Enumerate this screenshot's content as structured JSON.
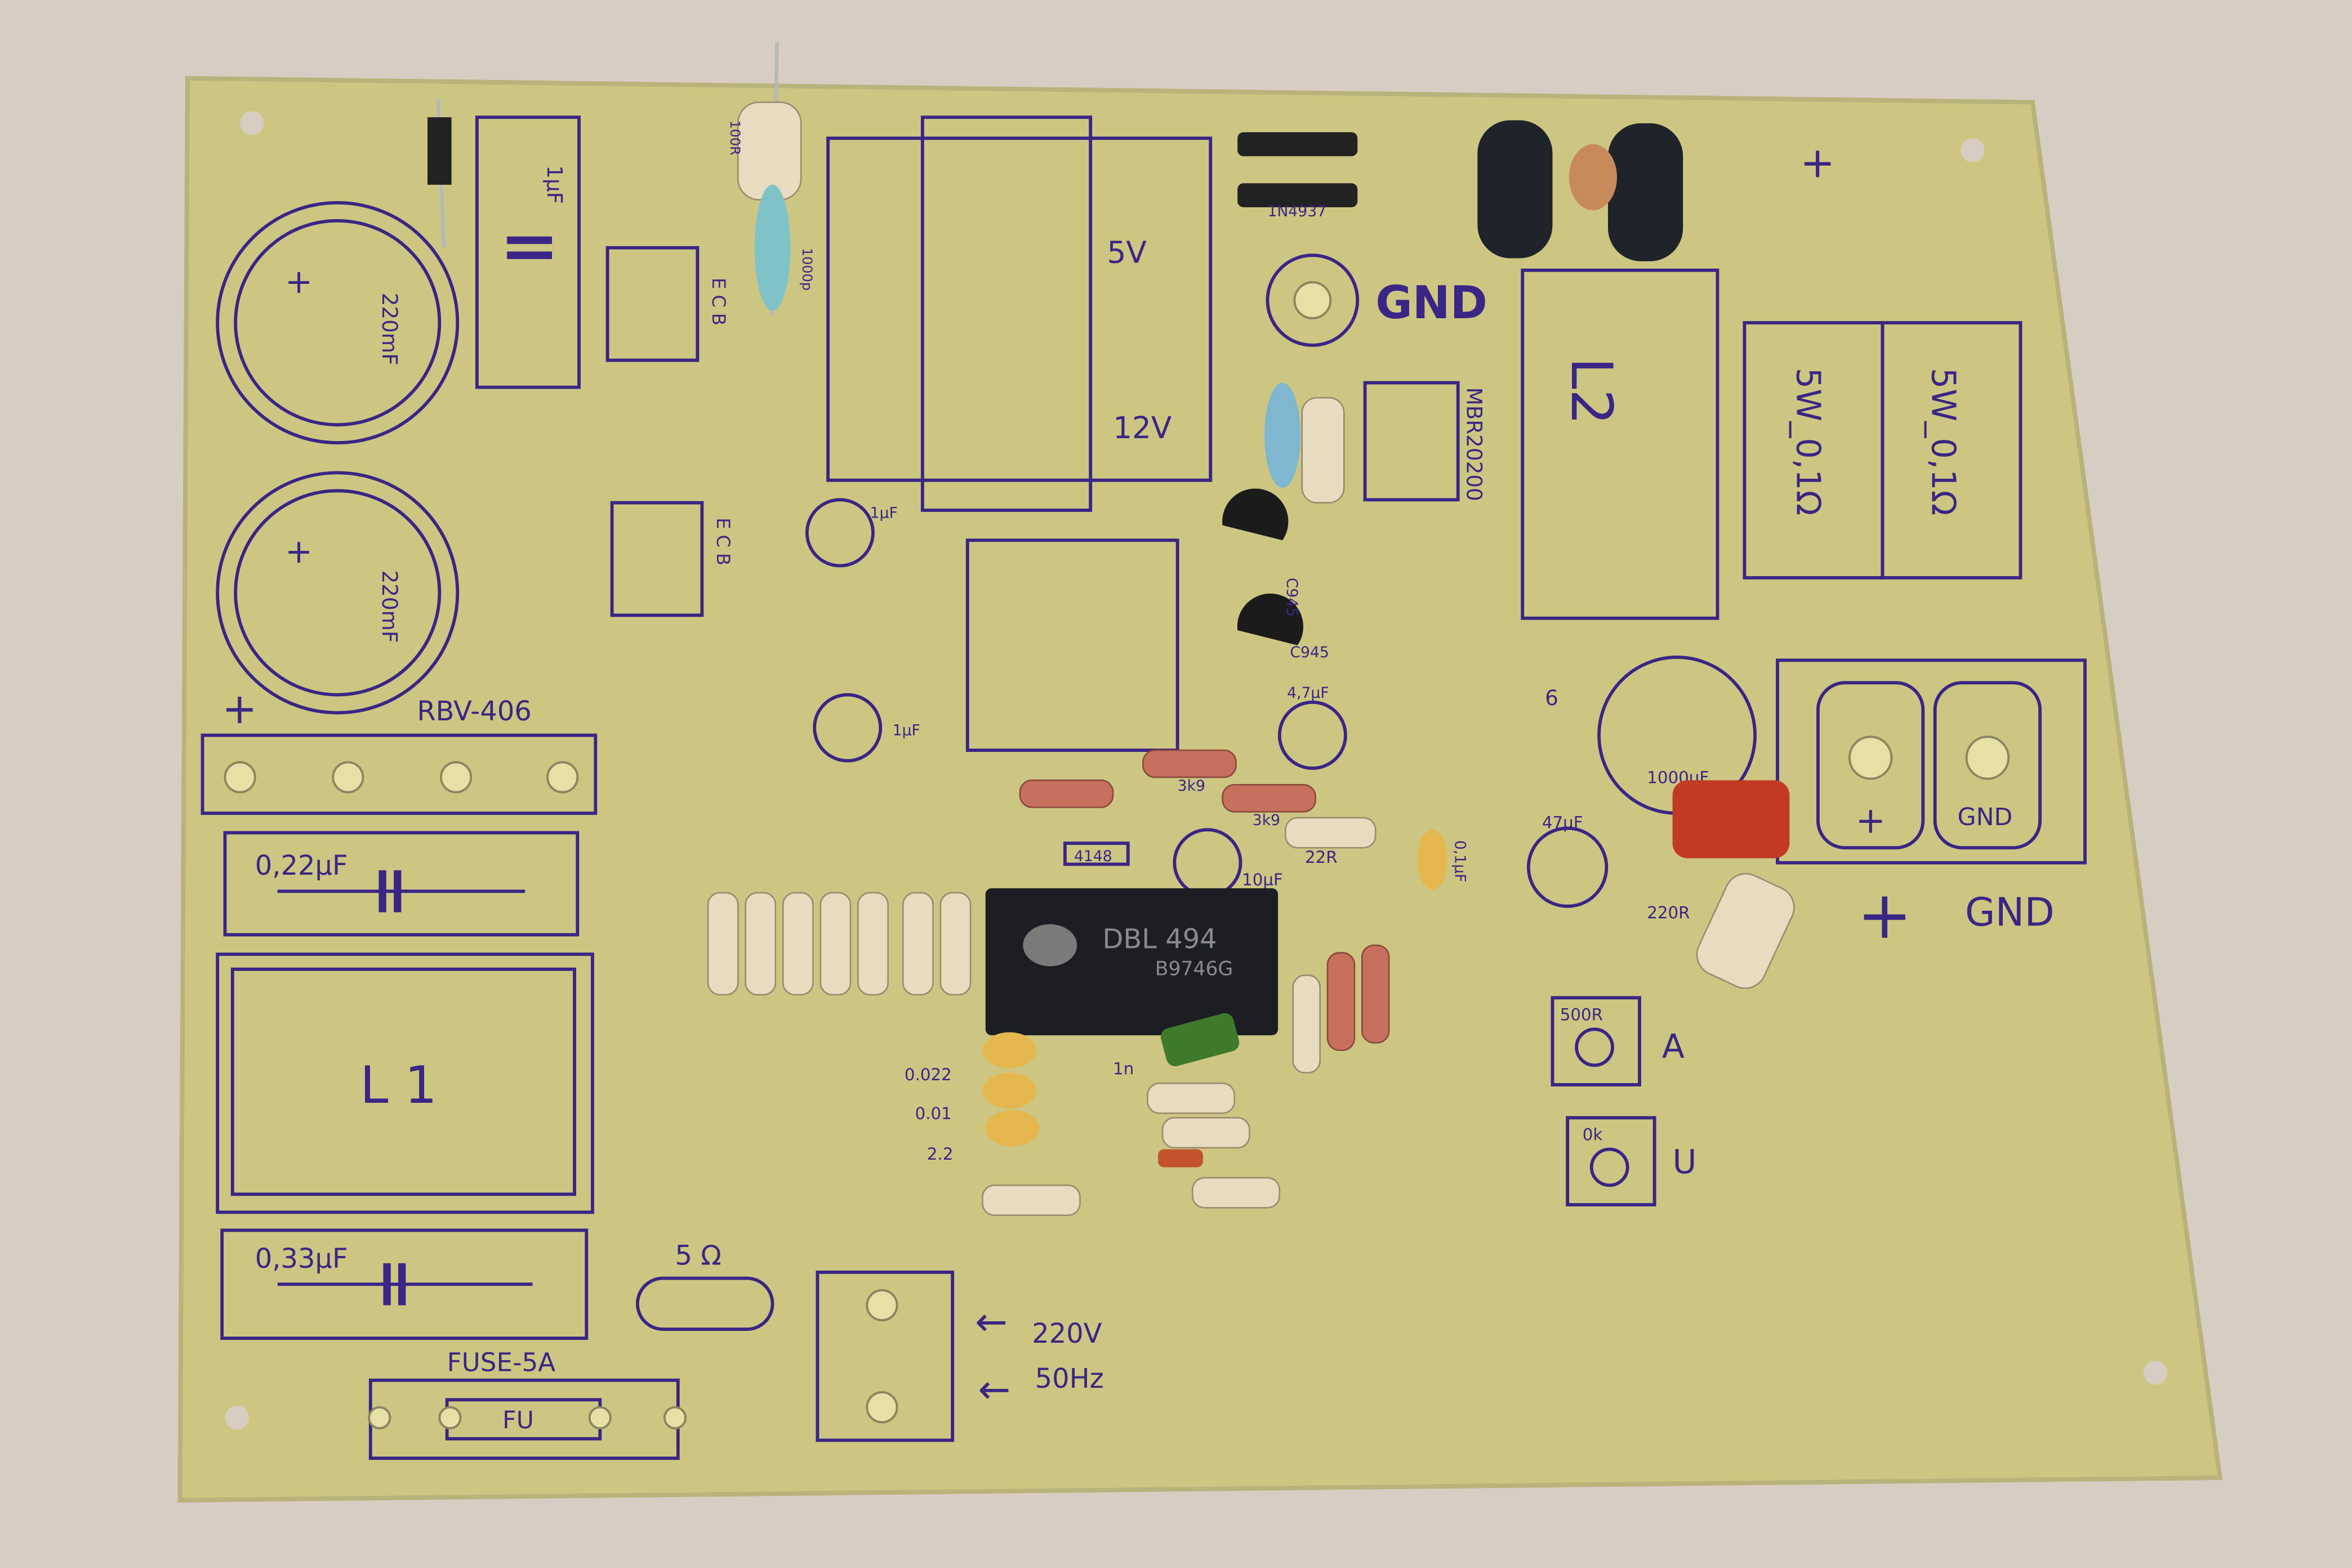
{
  "board": {
    "colors": {
      "background": "#d8cdc2",
      "substrate": "#cdc682",
      "silkscreen": "#3b2585",
      "ic": "#1c1e24"
    },
    "labels": {
      "gnd_top": "GND",
      "l2": "L2",
      "shunt1": "5W_0,1Ω",
      "shunt2": "5W_0,1Ω",
      "out_plus": "+",
      "out_gnd": "GND",
      "term_plus": "+",
      "term_gnd": "GND",
      "top_plus": "+",
      "pot_a_value": "500R",
      "pot_a": "A",
      "pot_u_value": "0k",
      "pot_u": "U",
      "l1": "L 1",
      "cap_022": "0,22µF",
      "cap_033": "0,33µF",
      "thermistor": "5 Ω",
      "fuse_rating": "FUSE-5A",
      "fuse": "FU",
      "mains_v": "220V",
      "mains_hz": "50Hz",
      "bridge": "RBV-406",
      "bridge_plus": "+",
      "cap_220_1": "220mF",
      "cap_220_2": "220mF",
      "cap_1uf": "1µF",
      "tr_5v": "5V",
      "tr_12v": "12V",
      "schottky": "MBR20200",
      "diode": "1N4937",
      "ecb1": "E C B",
      "ecb2": "E C B",
      "cap_1000": "1000µF",
      "cap_47": "47µF",
      "r_220": "220R",
      "cap_10": "10µF",
      "r_22": "22R",
      "cap_01": "0,1µF",
      "r_3k9a": "3k9",
      "r_3k9b": "3k9",
      "d_4148": "4148",
      "c_0022": "0.022",
      "c_001": "0.01",
      "c_22": "2.2",
      "c_1n": "1n",
      "cap_47u": "4,7µF",
      "tr_c945a": "C945",
      "tr_c945b": "C945",
      "cap_1000p": "1000p",
      "r_100r": "100R",
      "small_1uf_a": "1µF",
      "small_1uf_b": "1µF",
      "diode6": "6"
    },
    "ic": {
      "name": "DBL 494",
      "code": "B9746G"
    }
  }
}
